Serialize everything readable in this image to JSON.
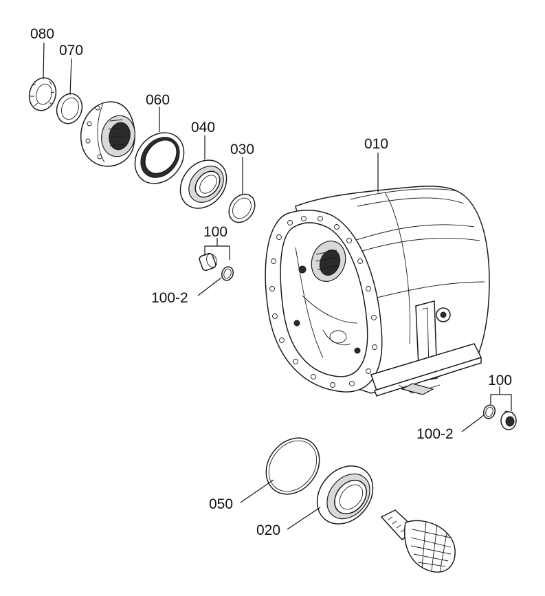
{
  "parts": [
    {
      "id": "p010",
      "label": "010"
    },
    {
      "id": "p020",
      "label": "020"
    },
    {
      "id": "p030",
      "label": "030"
    },
    {
      "id": "p040",
      "label": "040"
    },
    {
      "id": "p050",
      "label": "050"
    },
    {
      "id": "p060",
      "label": "060"
    },
    {
      "id": "p070",
      "label": "070"
    },
    {
      "id": "p080",
      "label": "080"
    },
    {
      "id": "p100a",
      "label": "100"
    },
    {
      "id": "p100b",
      "label": "100"
    },
    {
      "id": "p100_2a",
      "label": "100-2"
    },
    {
      "id": "p100_2b",
      "label": "100-2"
    }
  ]
}
